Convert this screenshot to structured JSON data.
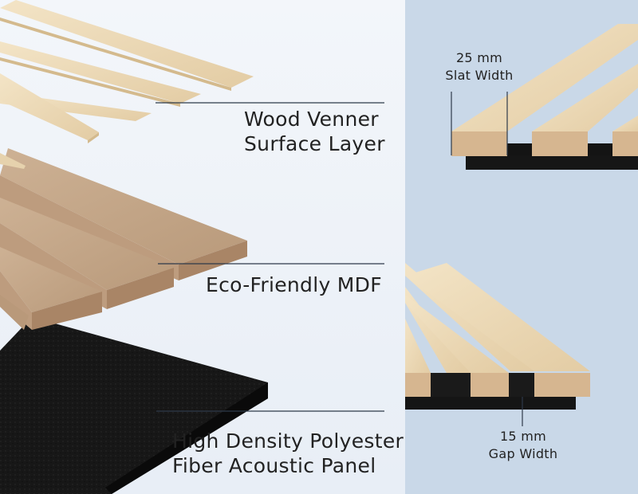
{
  "layers": [
    {
      "key": "veneer",
      "lines": [
        "Wood Venner",
        "Surface Layer"
      ]
    },
    {
      "key": "mdf",
      "lines": [
        "Eco-Friendly MDF"
      ]
    },
    {
      "key": "felt",
      "lines": [
        "High Density Polyester",
        "Fiber Acoustic Panel"
      ]
    }
  ],
  "dimensions": {
    "slat": {
      "value": "25 mm",
      "name": "Slat Width"
    },
    "gap": {
      "value": "15 mm",
      "name": "Gap Width"
    }
  },
  "colors": {
    "veneer_light": "#ecd9b6",
    "veneer_edge": "#d8bf94",
    "mdf_top": "#c4a587",
    "mdf_side": "#b48f70",
    "felt": "#161616",
    "background_right": "#c9d8e8"
  }
}
